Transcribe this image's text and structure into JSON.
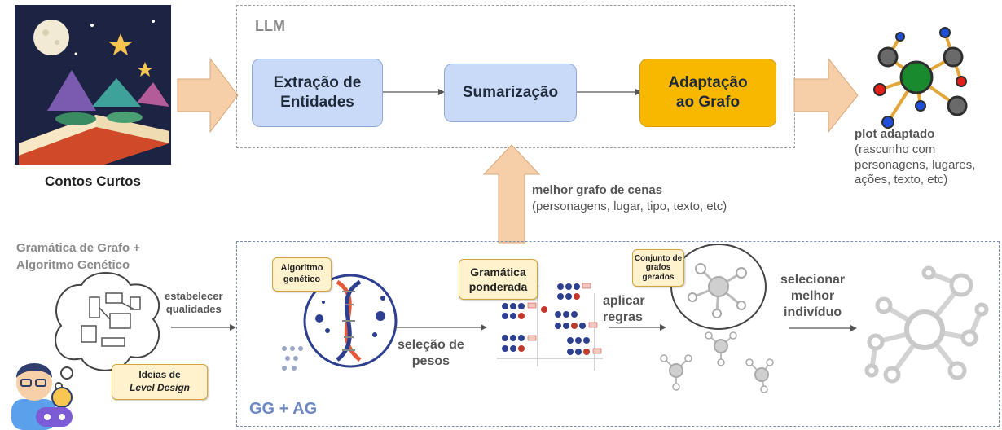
{
  "llm": {
    "title": "LLM"
  },
  "boxes": {
    "extraction": [
      "Extração de",
      "Entidades"
    ],
    "summarization": "Sumarização",
    "adaptation": [
      "Adaptação",
      "ao Grafo"
    ]
  },
  "left": {
    "caption": "Contos Curtos"
  },
  "output": {
    "title": "plot adaptado",
    "desc": [
      "(rascunho com",
      "personagens, lugares,",
      "ações, texto, etc)"
    ]
  },
  "up_arrow": {
    "title": "melhor grafo de cenas",
    "desc": "(personagens, lugar, tipo, texto, etc)"
  },
  "ggag": {
    "left_title": [
      "Gramática de Grafo +",
      "Algoritmo Genético"
    ],
    "establish": [
      "estabelecer",
      "qualidades"
    ],
    "ideas_tag": [
      "Ideias de",
      "Level Design"
    ],
    "alg_tag": [
      "Algoritmo",
      "genético"
    ],
    "weights": [
      "seleção de",
      "pesos"
    ],
    "weighted_tag": [
      "Gramática",
      "ponderada"
    ],
    "apply": [
      "aplicar",
      "regras"
    ],
    "set_tag": [
      "Conjunto de",
      "grafos",
      "gerados"
    ],
    "select": [
      "selecionar",
      "melhor",
      "indivíduo"
    ],
    "footer": "GG + AG"
  },
  "colors": {
    "blue_box": "#c9daf8",
    "gold_box": "#f9b800",
    "arrow": "#f6cfa8",
    "tag": "#fff2cc",
    "footer_blue": "#6c87c2"
  }
}
